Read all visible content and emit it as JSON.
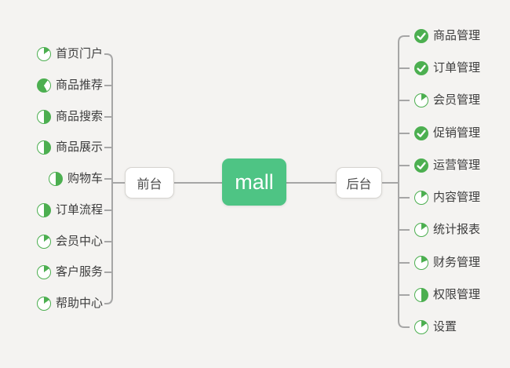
{
  "root": {
    "label": "mall"
  },
  "branches": [
    {
      "label": "前台",
      "side": "left",
      "children": [
        {
          "label": "首页门户",
          "icon": {
            "kind": "pie",
            "arcs": [
              [
                0,
                0.15
              ]
            ]
          }
        },
        {
          "label": "商品推荐",
          "icon": {
            "kind": "pie",
            "arcs": [
              [
                0,
                0.1
              ],
              [
                0.42,
                1
              ]
            ]
          }
        },
        {
          "label": "商品搜索",
          "icon": {
            "kind": "pie",
            "arcs": [
              [
                0,
                0.5
              ]
            ]
          }
        },
        {
          "label": "商品展示",
          "icon": {
            "kind": "pie",
            "arcs": [
              [
                0,
                0.5
              ]
            ]
          }
        },
        {
          "label": "购物车",
          "icon": {
            "kind": "pie",
            "arcs": [
              [
                0,
                0.5
              ]
            ]
          }
        },
        {
          "label": "订单流程",
          "icon": {
            "kind": "pie",
            "arcs": [
              [
                0,
                0.5
              ]
            ]
          }
        },
        {
          "label": "会员中心",
          "icon": {
            "kind": "pie",
            "arcs": [
              [
                0,
                0.15
              ]
            ]
          }
        },
        {
          "label": "客户服务",
          "icon": {
            "kind": "pie",
            "arcs": [
              [
                0,
                0.15
              ]
            ]
          }
        },
        {
          "label": "帮助中心",
          "icon": {
            "kind": "pie",
            "arcs": [
              [
                0,
                0.15
              ]
            ]
          }
        }
      ]
    },
    {
      "label": "后台",
      "side": "right",
      "children": [
        {
          "label": "商品管理",
          "icon": {
            "kind": "check"
          }
        },
        {
          "label": "订单管理",
          "icon": {
            "kind": "check"
          }
        },
        {
          "label": "会员管理",
          "icon": {
            "kind": "pie",
            "arcs": [
              [
                0,
                0.15
              ]
            ]
          }
        },
        {
          "label": "促销管理",
          "icon": {
            "kind": "check"
          }
        },
        {
          "label": "运营管理",
          "icon": {
            "kind": "check"
          }
        },
        {
          "label": "内容管理",
          "icon": {
            "kind": "pie",
            "arcs": [
              [
                0,
                0.15
              ]
            ]
          }
        },
        {
          "label": "统计报表",
          "icon": {
            "kind": "pie",
            "arcs": [
              [
                0,
                0.15
              ]
            ]
          }
        },
        {
          "label": "财务管理",
          "icon": {
            "kind": "pie",
            "arcs": [
              [
                0,
                0.18
              ]
            ]
          }
        },
        {
          "label": "权限管理",
          "icon": {
            "kind": "pie",
            "arcs": [
              [
                0,
                0.5
              ]
            ]
          }
        },
        {
          "label": "设置",
          "icon": {
            "kind": "pie",
            "arcs": [
              [
                0,
                0.15
              ]
            ]
          }
        }
      ]
    }
  ],
  "colors": {
    "green": "#4caf50",
    "node_green": "#4ec484",
    "line": "#a6a6a6",
    "bg": "#f4f3f1",
    "text": "#3d3d3d",
    "node_border": "#d6d4d0"
  }
}
